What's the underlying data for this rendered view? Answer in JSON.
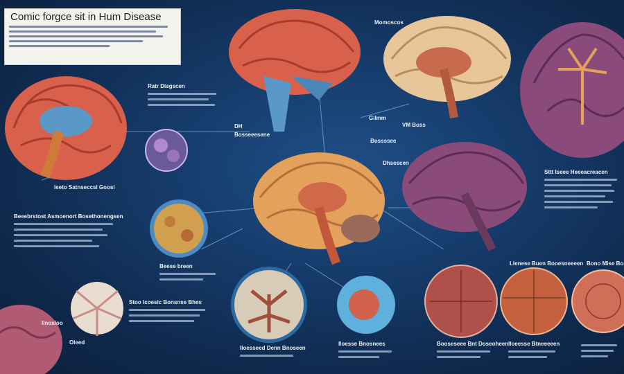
{
  "poster": {
    "title": "Comic forgce sit in Hum Disease"
  },
  "labels": {
    "top_center_a": "Momoscos",
    "left_mid_title": "Ratr Disgscen",
    "mid_cluster_a": "DH",
    "mid_cluster_b": "Bosseeesene",
    "center_a": "Gilmm",
    "center_b": "VM Boss",
    "center_c": "Bossssee",
    "center_d": "Dhsescen",
    "left_brain_caption": "Ieeto Satnseccsl Goosi",
    "left_section_title": "Beeebrstost Asmoenort Bosethonengsen",
    "right_section_title": "Sttt Iseee Heeeacreacen",
    "lower_mid_caption": "Beese breen",
    "lower_left_title": "Stoo Icoesic Bonsnse Bhes",
    "lower_left_small": "Ilnosloo",
    "lower_left_small2": "Oleed",
    "bottom_caption_1": "Iloesseed Denn Bnoseen",
    "bottom_caption_2": "Iloesse Bnosnees",
    "bottom_caption_3": "Booseseee Bnt Doseoheen",
    "bottom_caption_4": "Iloeesse Btneeeeen",
    "right_row_label_1": "Llenese Buen Booesneeeen",
    "right_row_label_2": "Bono Mise Boesse"
  },
  "colors": {
    "background": "#163c6c",
    "brain_red": "#d9614c",
    "brain_orange": "#e3a15c",
    "brain_tan": "#e7c79a",
    "brain_purple": "#8a4a7a",
    "accent_blue": "#6fa6d6"
  }
}
